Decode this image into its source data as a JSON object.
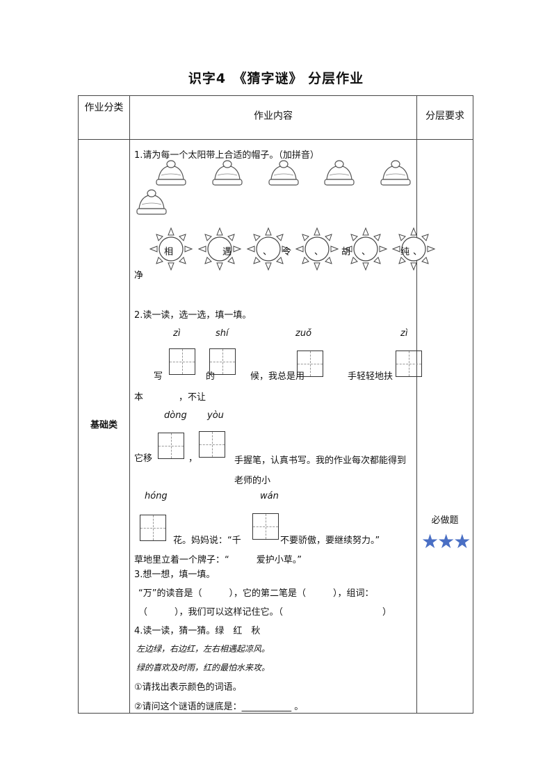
{
  "title": "识字4　《猜字谜》 分层作业",
  "table": {
    "headers": {
      "category": "作业分类",
      "content": "作业内容",
      "level": "分层要求"
    },
    "row": {
      "category": "基础类",
      "level": "必做题",
      "stars": "★★★"
    }
  },
  "q1": {
    "prompt": "1.请为每一个太阳带上合适的帽子。（加拼音）",
    "suns": [
      "相",
      "遇",
      "令",
      "胡",
      "纯",
      "净"
    ],
    "marks": [
      "",
      "",
      "、",
      "、",
      "、",
      "、"
    ]
  },
  "q2": {
    "prompt": "2.读一读，选一选，填一填。",
    "pinyin1": [
      "zì",
      "shí",
      "zuǒ",
      "zì"
    ],
    "line1": [
      "写",
      "的",
      "候，我总是用",
      "手轻轻地扶",
      "本",
      "，不让"
    ],
    "pinyin2": [
      "dòng",
      "yòu"
    ],
    "line2": [
      "它移",
      "，",
      "手握笔，认真书写。我的作业每次都能得到老师的小"
    ],
    "pinyin3": [
      "hóng",
      "wán"
    ],
    "line3": [
      "花。妈妈说：“千",
      "不要骄傲，要继续努力。”"
    ],
    "line4": "草地里立着一个牌子：“　　　爱护小草。”"
  },
  "q3": {
    "prompt": "3.想一想，填一填。",
    "line1": "“万”的读音是（　　　），它的第二笔是（　　　），组词：",
    "line2": "（　　　），我们可以这样记住它。（　　　　　　　　　　　）"
  },
  "q4": {
    "prompt": "4.读一读，猜一猜。绿　红　秋",
    "riddle1": "左边绿，右边红，左右相遇起凉风。",
    "riddle2": "绿的喜欢及时雨，红的最怕水来攻。",
    "sub1": "①请找出表示颜色的词语。",
    "sub2": "②请问这个谜语的谜底是：___________ 。"
  }
}
